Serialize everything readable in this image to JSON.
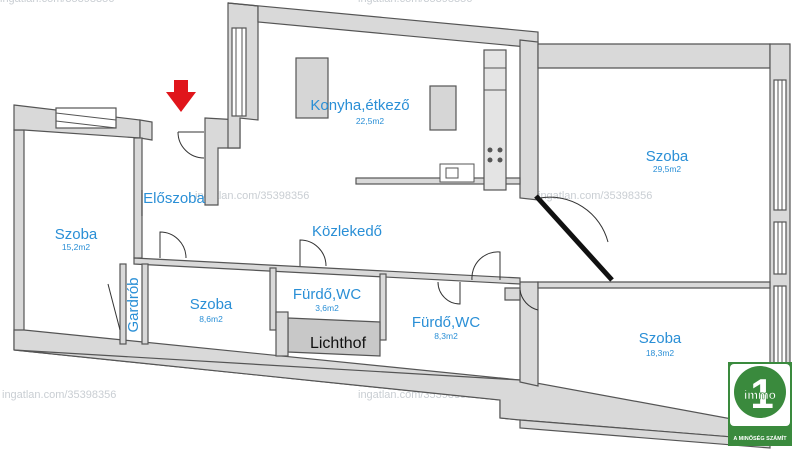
{
  "rooms": {
    "konyha": {
      "name": "Konyha,étkező",
      "area": "22,5m2"
    },
    "szoba_right_top": {
      "name": "Szoba",
      "area": "29,5m2"
    },
    "szoba_left": {
      "name": "Szoba",
      "area": "15,2m2"
    },
    "eloszoba": {
      "name": "Előszoba"
    },
    "kozlekedo": {
      "name": "Közlekedő"
    },
    "gardrob": {
      "name": "Gardrób"
    },
    "szoba_small": {
      "name": "Szoba",
      "area": "8,6m2"
    },
    "furdo_small": {
      "name": "Fürdő,WC",
      "area": "3,6m2"
    },
    "furdo_large": {
      "name": "Fürdő,WC",
      "area": "8,3m2"
    },
    "szoba_right_bottom": {
      "name": "Szoba",
      "area": "18,3m2"
    },
    "lichthof": {
      "name": "Lichthof"
    }
  },
  "watermark": "ingatlan.com/35398356",
  "logo": {
    "text": "immo",
    "tagline": "A MINŐSÉG SZÁMÍT",
    "digit": "1"
  },
  "colors": {
    "room_text": "#2a8fd6",
    "wall_fill": "#d9d9d9",
    "entrance_arrow": "#e0151b",
    "logo_green": "#3a8a3d"
  }
}
